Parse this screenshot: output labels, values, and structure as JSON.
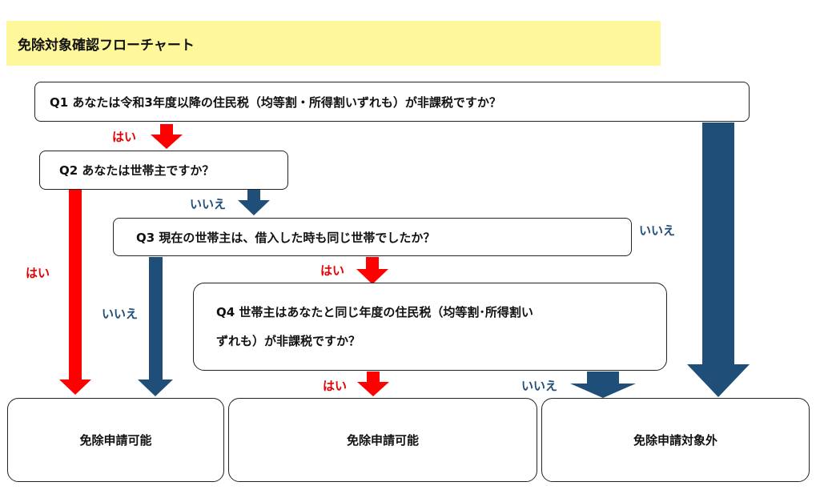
{
  "title": "免除対象確認フローチャート",
  "questions": {
    "q1": "Q1 あなたは令和3年度以降の住民税（均等割・所得割いずれも）が非課税ですか？",
    "q2": "Q2 あなたは世帯主ですか？",
    "q3": "Q3 現在の世帯主は、借入した時も同じ世帯でしたか？",
    "q4_line1": "Q4 世帯主はあなたと同じ年度の住民税（均等割･所得割い",
    "q4_line2": "ずれも）が非課税ですか？"
  },
  "labels": {
    "yes": "はい",
    "no": "いいえ"
  },
  "results": {
    "r1": "免除申請可能",
    "r2": "免除申請可能",
    "r3": "免除申請対象外"
  },
  "colors": {
    "yes_arrow": "#ff0000",
    "no_arrow": "#1f4e79",
    "title_bg": "#fff89a"
  }
}
